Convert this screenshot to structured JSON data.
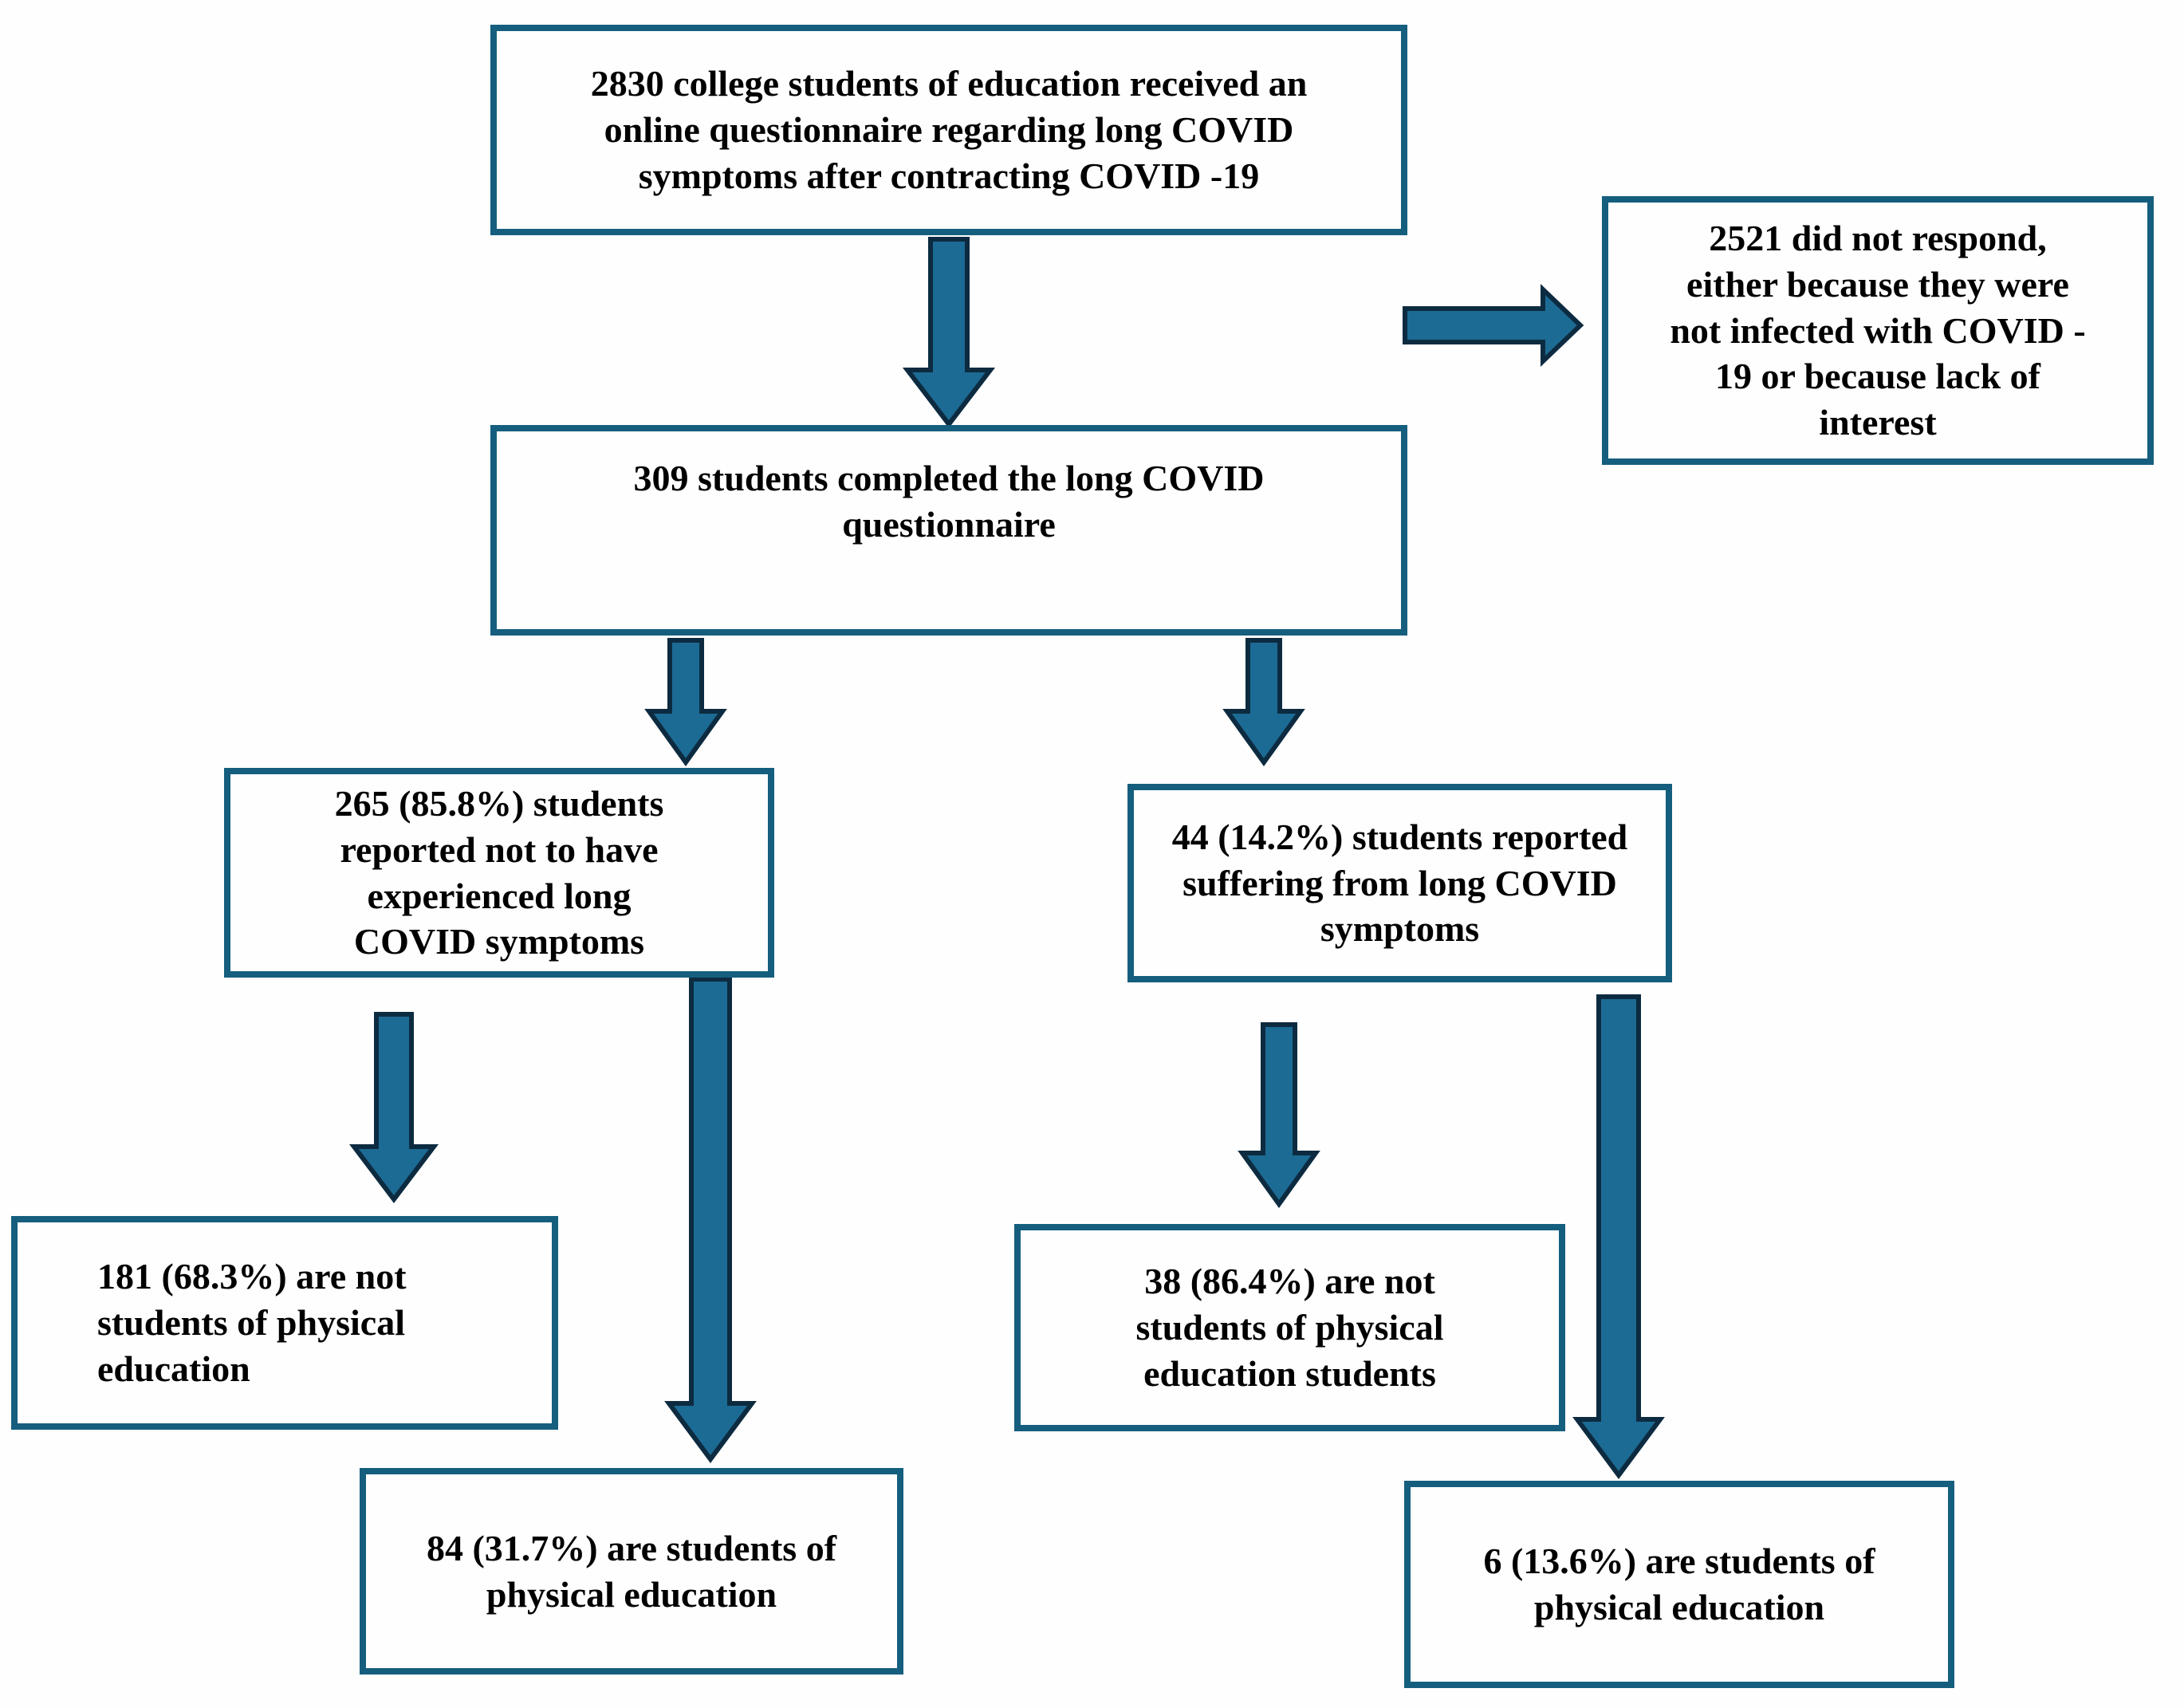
{
  "colors": {
    "box_border": "#155E7E",
    "arrow_fill": "#1C6B94",
    "arrow_outline": "#0D2B40",
    "text_color": "#000000",
    "background": "#FEFEFE"
  },
  "nodes": {
    "received": {
      "id": "received",
      "text": "2830 college students of education received an\nonline questionnaire regarding  long COVID\nsymptoms after contracting COVID -19"
    },
    "no_response": {
      "id": "no_response",
      "text": "2521 did not respond,\neither because they were\nnot infected with COVID -\n19 or because lack of\ninterest"
    },
    "completed": {
      "id": "completed",
      "text": "309 students completed the long COVID\nquestionnaire"
    },
    "no_symptoms": {
      "id": "no_symptoms",
      "text": "265 (85.8%) students\nreported not to have\nexperienced  long\nCOVID symptoms"
    },
    "symptoms": {
      "id": "symptoms",
      "text": "44 (14.2%) students reported\nsuffering from  long COVID\nsymptoms"
    },
    "not_pe_no_symptoms": {
      "id": "not_pe_no_symptoms",
      "text": "181 (68.3%) are not\nstudents of physical\neducation"
    },
    "pe_no_symptoms": {
      "id": "pe_no_symptoms",
      "text": "84 (31.7%) are students of\nphysical education"
    },
    "not_pe_symptoms": {
      "id": "not_pe_symptoms",
      "text": "38 (86.4%) are not\nstudents of physical\neducation students"
    },
    "pe_symptoms": {
      "id": "pe_symptoms",
      "text": "6 (13.6%) are students of\nphysical education"
    }
  },
  "edges": [
    {
      "from": "received",
      "to": "completed",
      "direction": "down"
    },
    {
      "from": "received",
      "to": "no_response",
      "direction": "right"
    },
    {
      "from": "completed",
      "to": "no_symptoms",
      "direction": "down"
    },
    {
      "from": "completed",
      "to": "symptoms",
      "direction": "down"
    },
    {
      "from": "no_symptoms",
      "to": "not_pe_no_symptoms",
      "direction": "down"
    },
    {
      "from": "no_symptoms",
      "to": "pe_no_symptoms",
      "direction": "down"
    },
    {
      "from": "symptoms",
      "to": "not_pe_symptoms",
      "direction": "down"
    },
    {
      "from": "symptoms",
      "to": "pe_symptoms",
      "direction": "down"
    }
  ]
}
